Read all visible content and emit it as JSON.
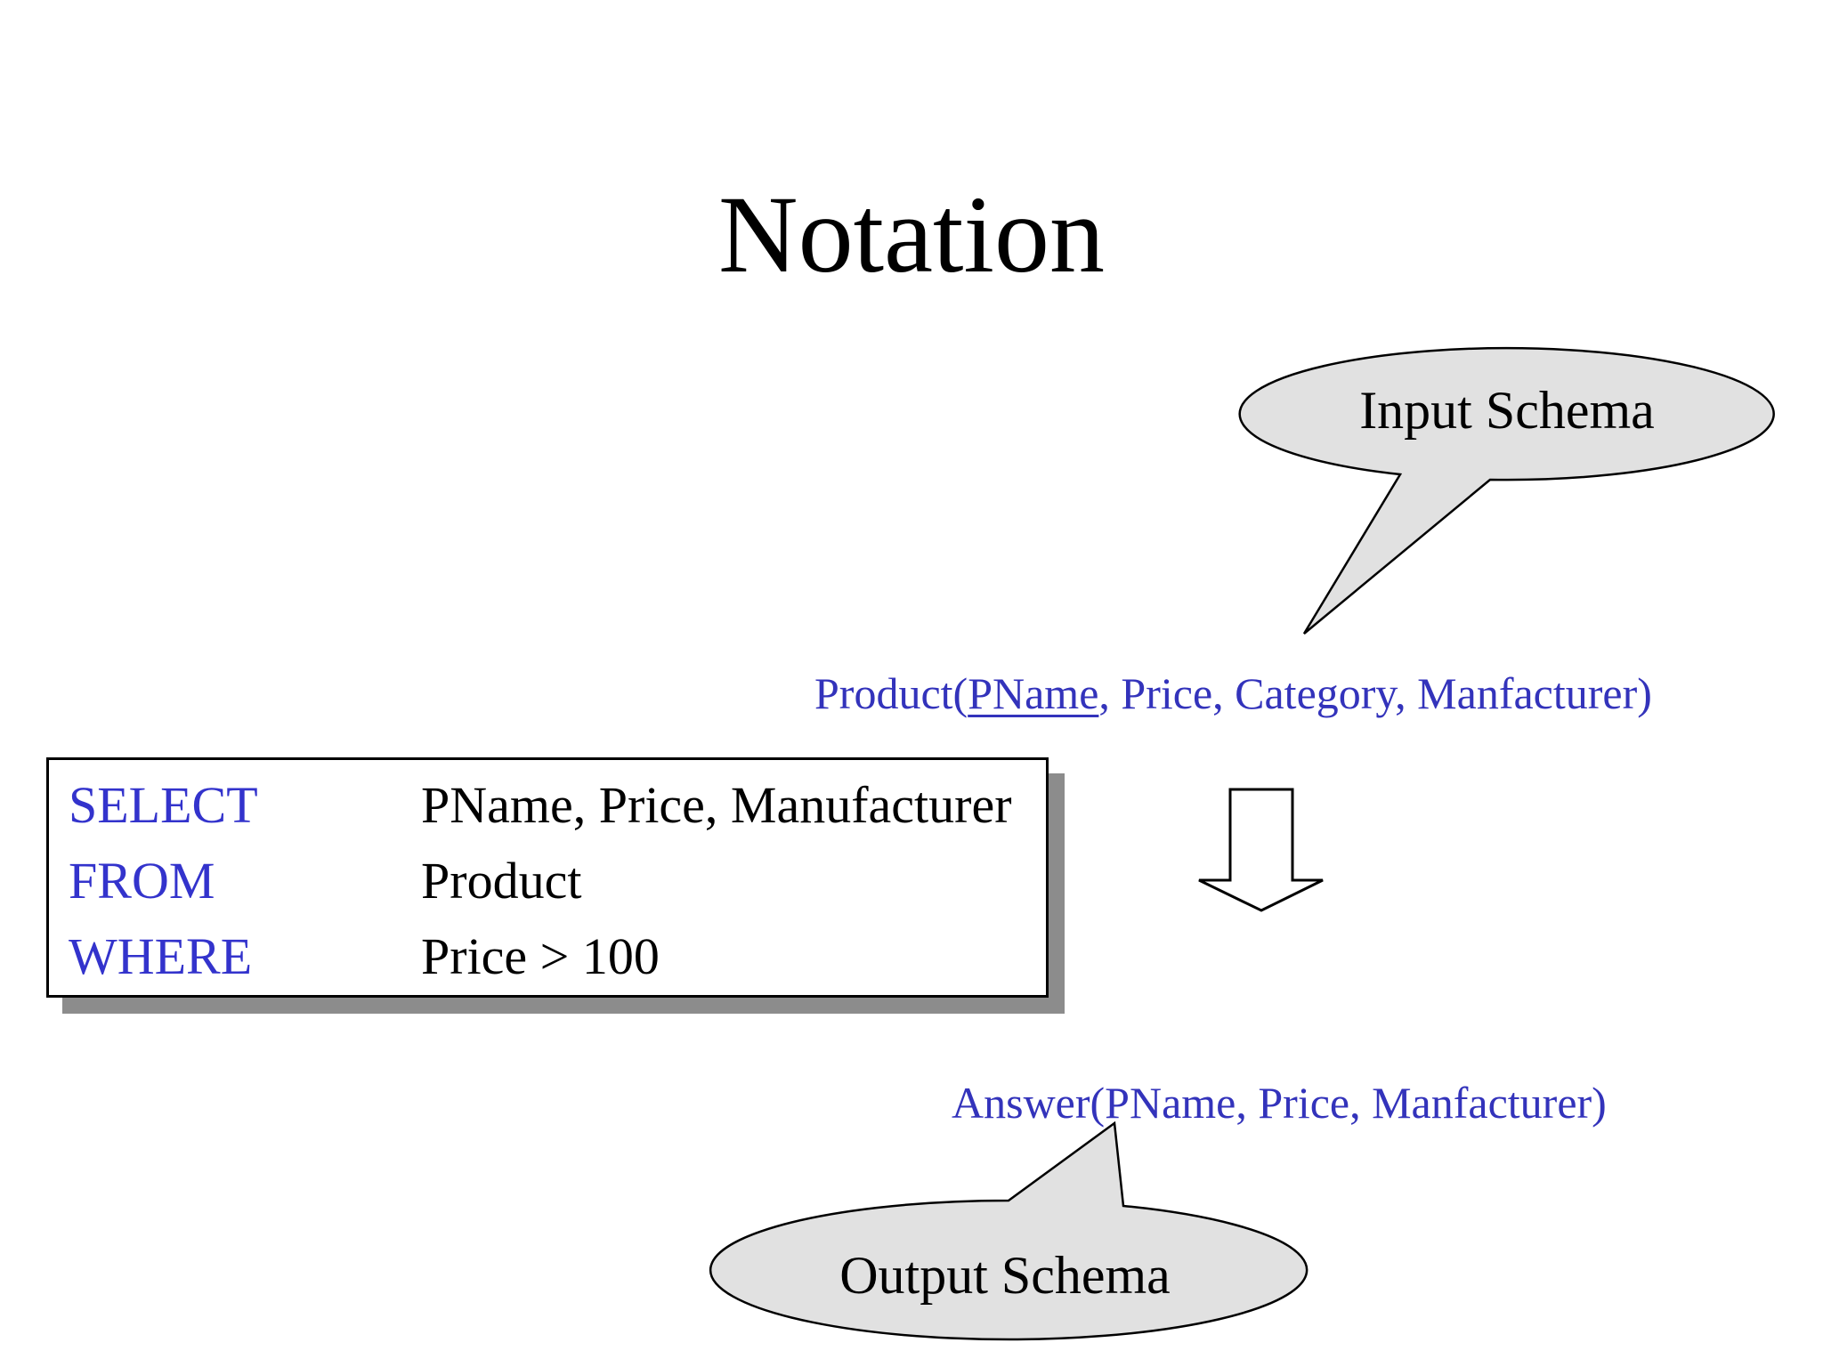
{
  "slide": {
    "title": "Notation"
  },
  "callouts": {
    "input": {
      "label": "Input Schema"
    },
    "output": {
      "label": "Output Schema"
    }
  },
  "schemas": {
    "input": {
      "prefix": "Product(",
      "key_attr": "PName",
      "rest": ", Price, Category, Manfacturer)"
    },
    "output": "Answer(PName, Price, Manfacturer)"
  },
  "sql": {
    "lines": [
      {
        "keyword": "SELECT",
        "value": "PName, Price, Manufacturer"
      },
      {
        "keyword": "FROM",
        "value": "Product"
      },
      {
        "keyword": "WHERE",
        "value": "Price > 100"
      }
    ]
  },
  "icons": {
    "down_arrow": "down-arrow-icon",
    "input_bubble": "speech-bubble-icon",
    "output_bubble": "speech-bubble-icon"
  },
  "colors": {
    "keyword_blue": "#3333cc",
    "schema_blue": "#3333bb",
    "text_black": "#000000",
    "bubble_fill": "#e1e1e1",
    "bubble_stroke": "#000000",
    "shadow_gray": "#8c8c8c",
    "background": "#ffffff"
  }
}
